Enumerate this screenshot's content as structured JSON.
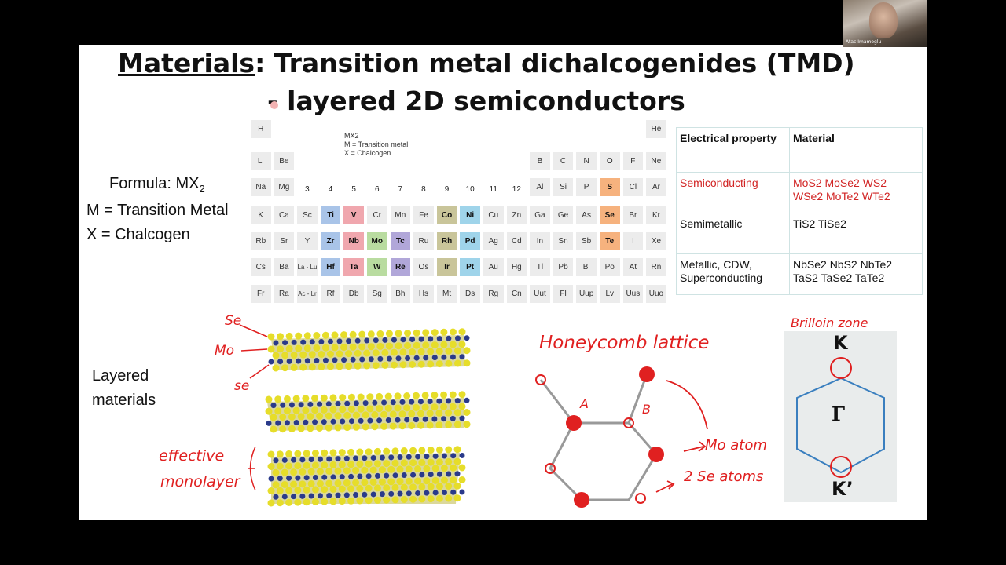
{
  "title": {
    "underlined": "Materials",
    "rest": ": Transition metal dichalcogenides (TMD)",
    "line2": "- layered 2D semiconductors"
  },
  "left_labels": {
    "formula": "Formula: MX",
    "formula_sub": "2",
    "m_def": "M = Transition Metal",
    "x_def": "X = Chalcogen",
    "layered_1": "Layered",
    "layered_2": "materials"
  },
  "periodic_table": {
    "legend": [
      "MX2",
      "M = Transition metal",
      "X = Chalcogen"
    ],
    "groups": [
      "3",
      "4",
      "5",
      "6",
      "7",
      "8",
      "9",
      "10",
      "11",
      "12"
    ],
    "colors": {
      "ti_group": "#a9c4e8",
      "v_group": "#f0a7ae",
      "cr_group": "#b9dca0",
      "mn_group": "#b1a7d9",
      "chalcogen": "#f6b27e",
      "partial": "#c9c59a",
      "cyan": "#9fd4ea"
    },
    "rows": [
      [
        "H",
        "",
        "",
        "",
        "",
        "",
        "",
        "",
        "",
        "",
        "",
        "",
        "",
        "",
        "",
        "",
        "",
        "He"
      ],
      [
        "Li",
        "Be",
        "",
        "",
        "",
        "",
        "",
        "",
        "",
        "",
        "",
        "",
        "B",
        "C",
        "N",
        "O",
        "F",
        "Ne"
      ],
      [
        "Na",
        "Mg",
        "",
        "",
        "",
        "",
        "",
        "",
        "",
        "",
        "",
        "",
        "Al",
        "Si",
        "P",
        "S",
        "Cl",
        "Ar"
      ],
      [
        "K",
        "Ca",
        "Sc",
        "Ti",
        "V",
        "Cr",
        "Mn",
        "Fe",
        "Co",
        "Ni",
        "Cu",
        "Zn",
        "Ga",
        "Ge",
        "As",
        "Se",
        "Br",
        "Kr"
      ],
      [
        "Rb",
        "Sr",
        "Y",
        "Zr",
        "Nb",
        "Mo",
        "Tc",
        "Ru",
        "Rh",
        "Pd",
        "Ag",
        "Cd",
        "In",
        "Sn",
        "Sb",
        "Te",
        "I",
        "Xe"
      ],
      [
        "Cs",
        "Ba",
        "La - Lu",
        "Hf",
        "Ta",
        "W",
        "Re",
        "Os",
        "Ir",
        "Pt",
        "Au",
        "Hg",
        "Tl",
        "Pb",
        "Bi",
        "Po",
        "At",
        "Rn"
      ],
      [
        "Fr",
        "Ra",
        "Ac - Lr",
        "Rf",
        "Db",
        "Sg",
        "Bh",
        "Hs",
        "Mt",
        "Ds",
        "Rg",
        "Cn",
        "Uut",
        "Fl",
        "Uup",
        "Lv",
        "Uus",
        "Uuo"
      ]
    ]
  },
  "property_table": {
    "headers": [
      "Electrical property",
      "Material"
    ],
    "rows": [
      {
        "property": "Semiconducting",
        "materials_1": "MoS2 MoSe2 WS2",
        "materials_2": "WSe2 MoTe2 WTe2"
      },
      {
        "property": "Semimetallic",
        "materials_1": "TiS2 TiSe2",
        "materials_2": ""
      },
      {
        "property_1": "Metallic, CDW,",
        "property_2": "Superconducting",
        "materials_1": "NbSe2 NbS2 NbTe2",
        "materials_2": "TaS2 TaSe2 TaTe2"
      }
    ]
  },
  "annotations": {
    "se_top": "Se",
    "mo": "Mo",
    "se_bottom": "se",
    "effective_1": "effective",
    "effective_2": "monolayer",
    "honeycomb": "Honeycomb lattice",
    "a": "A",
    "b": "B",
    "mo_atom": "Mo atom",
    "se_atoms": "2 Se atoms",
    "brillouin": "Brilloin zone"
  },
  "brillouin": {
    "k": "K",
    "gamma": "Γ",
    "k_prime": "K’"
  },
  "webcam": {
    "name": "Atac Imamoglu"
  },
  "colors": {
    "accent_red": "#e02020",
    "table_red": "#d12424",
    "hexagon_blue": "#3a7fbf",
    "atom_yellow": "#e6dd2a",
    "atom_blue": "#2a3a8a"
  }
}
